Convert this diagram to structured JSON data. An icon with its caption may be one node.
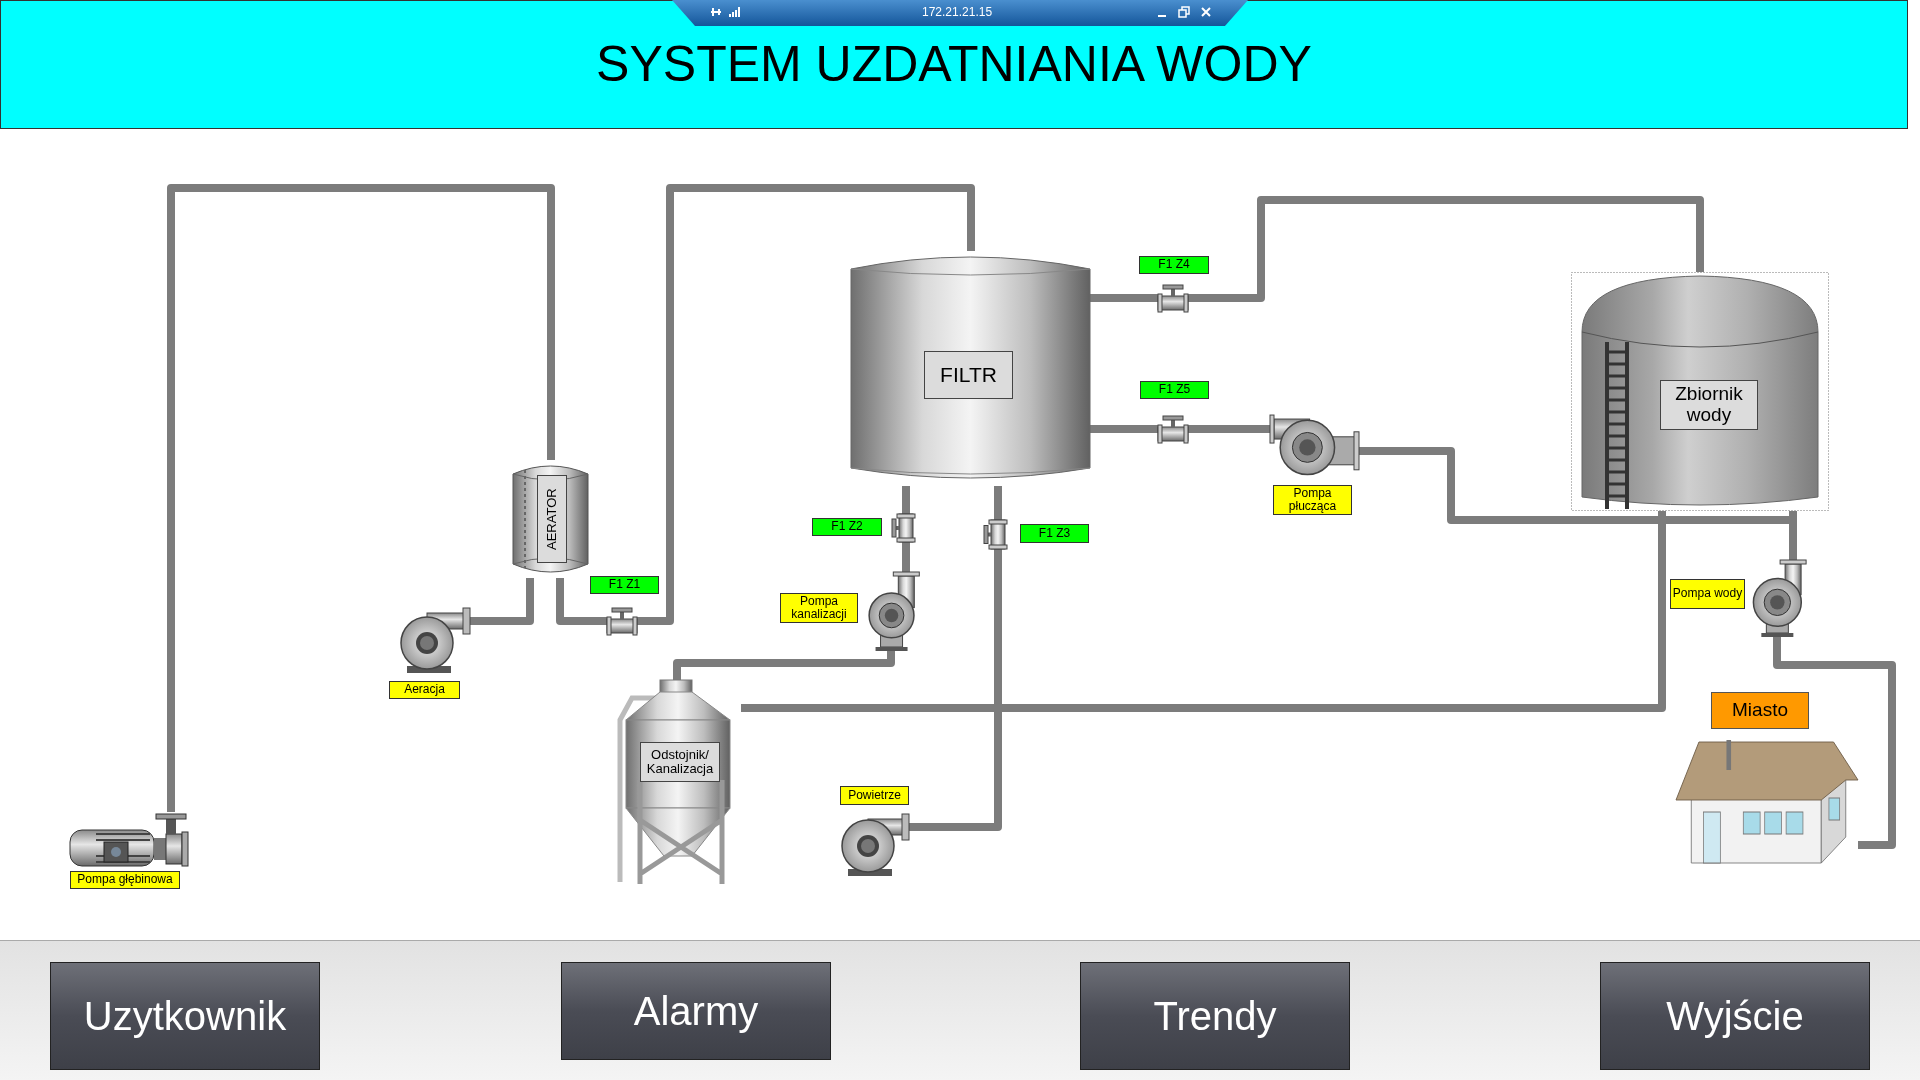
{
  "diagram": {
    "title": "SYSTEM UZDATNIANIA WODY",
    "nodes": [
      {
        "text": [
          "Pompa głębinowa"
        ]
      },
      {
        "text": [
          "AERATOR"
        ]
      },
      {
        "text": [
          "Aeracja"
        ]
      },
      {
        "text": [
          "F1 Z1"
        ]
      },
      {
        "text": [
          "FILTR"
        ]
      },
      {
        "text": [
          "F1 Z2"
        ]
      },
      {
        "text": [
          "F1 Z3"
        ]
      },
      {
        "text": [
          "F1 Z4"
        ]
      },
      {
        "text": [
          "F1 Z5"
        ]
      },
      {
        "text": [
          "Pompa płucząca"
        ]
      },
      {
        "text": [
          "Pompa kanalizacji"
        ]
      },
      {
        "text": [
          "Odstojnik/ Kanalizacja"
        ]
      },
      {
        "text": [
          "Powietrze"
        ]
      },
      {
        "text": [
          "Zbiornik wody"
        ]
      },
      {
        "text": [
          "Pompa wody"
        ]
      },
      {
        "text": [
          "Miasto"
        ]
      }
    ],
    "edges": [
      {
        "from": 0,
        "to": 1,
        "arrow": "none"
      },
      {
        "from": 2,
        "to": 1,
        "arrow": "none"
      },
      {
        "from": 1,
        "to": 3,
        "arrow": "none"
      },
      {
        "from": 3,
        "to": 4,
        "arrow": "none"
      },
      {
        "from": 4,
        "to": 5,
        "arrow": "none"
      },
      {
        "from": 5,
        "to": 10,
        "arrow": "none"
      },
      {
        "from": 10,
        "to": 11,
        "arrow": "none"
      },
      {
        "from": 4,
        "to": 6,
        "arrow": "none"
      },
      {
        "from": 6,
        "to": 12,
        "arrow": "none"
      },
      {
        "from": 13,
        "to": 11,
        "arrow": "none"
      },
      {
        "from": 4,
        "to": 7,
        "arrow": "none"
      },
      {
        "from": 7,
        "to": 13,
        "arrow": "none"
      },
      {
        "from": 4,
        "to": 8,
        "arrow": "none"
      },
      {
        "from": 8,
        "to": 9,
        "arrow": "none"
      },
      {
        "from": 9,
        "to": 14,
        "arrow": "none"
      },
      {
        "from": 13,
        "to": 14,
        "arrow": "none"
      },
      {
        "from": 14,
        "to": 15,
        "arrow": "none"
      }
    ],
    "labels": [
      "172.21.21.15",
      "Uzytkownik",
      "Alarmy",
      "Trendy",
      "Wyjście"
    ]
  }
}
